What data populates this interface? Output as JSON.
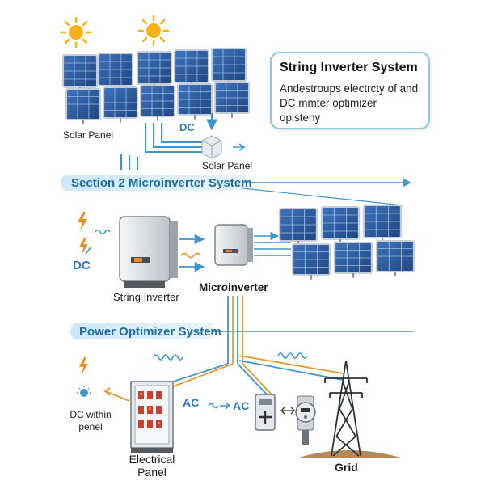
{
  "labels": {
    "callout_title": "String Inverter System",
    "callout_body": "Andestroups electrcty of and DC mmter optimizer oplsteny",
    "solar_panel_left": "Solar Panel",
    "dc_top": "DC",
    "solar_panel_center": "Solar Panel",
    "section2": "Section 2 Microinverter System",
    "dc_middle": "DC",
    "string_inverter": "String Inverter",
    "microinverter": "Microinverter",
    "power_optimizer": "Power Optimizer System",
    "dc_within_panel": "DC within penel",
    "electrical_panel": "Electrical Panel",
    "ac_1": "AC",
    "ac_2": "AC",
    "grid": "Grid"
  },
  "icons": {
    "sun": "sun-icon",
    "bolt": "lightning-bolt-icon",
    "panel": "solar-panel-icon",
    "inverter": "inverter-box-icon",
    "breaker": "electrical-panel-icon",
    "meter": "electric-meter-icon",
    "tower": "transmission-tower-icon"
  },
  "colors": {
    "panel_blue": "#2a5a9e",
    "panel_frame": "#c8ced6",
    "wire_blue": "#3f96cf",
    "wire_orange": "#e89a2c",
    "banner": "#d6ebf8",
    "banner_text": "#1d6fa3",
    "bolt_orange": "#f08a1c",
    "sun_yellow": "#f7b21a"
  }
}
